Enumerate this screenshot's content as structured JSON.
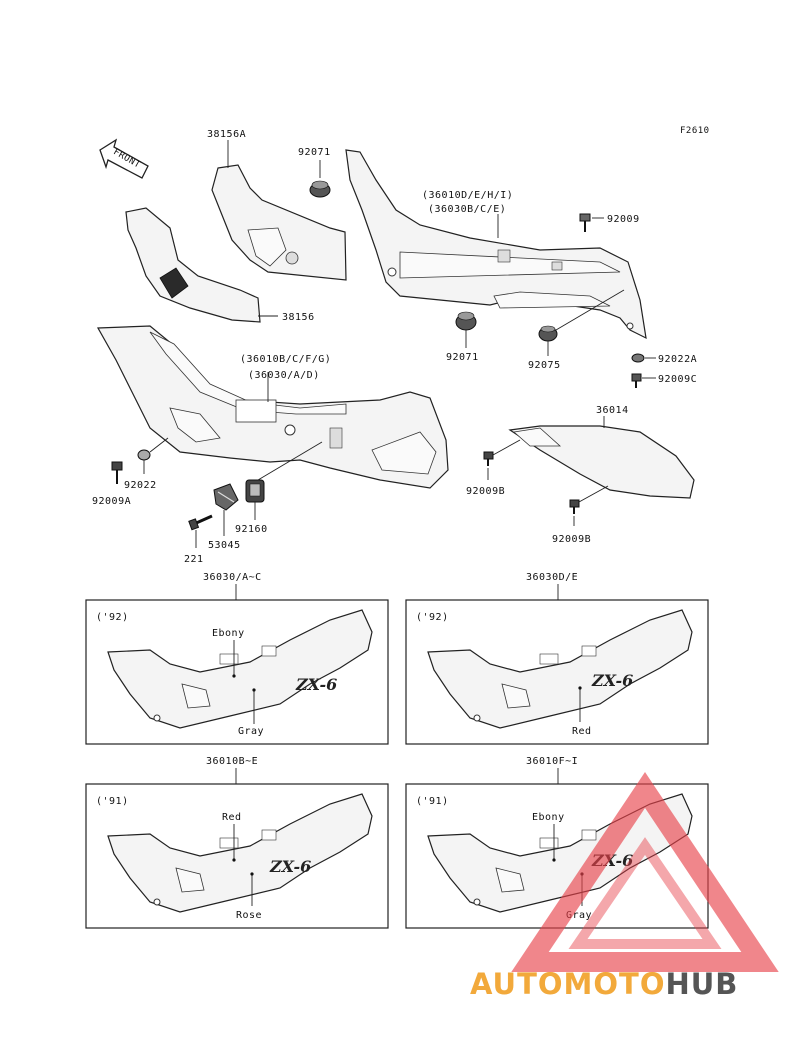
{
  "figure_code": "F2610",
  "front_label": "FRONT",
  "labels": {
    "p38156A": "38156A",
    "p38156": "38156",
    "p92071_top": "92071",
    "p36010D": "(36010D/E/H/I)",
    "p36030B": "(36030B/C/E)",
    "p92009_top": "92009",
    "p92071_bot": "92071",
    "p92075": "92075",
    "p92022A": "92022A",
    "p92009C": "92009C",
    "p36010B_group": "(36010B/C/F/G)",
    "p36030A_group": "(36030/A/D)",
    "p36014": "36014",
    "p92022": "92022",
    "p92009A": "92009A",
    "p92160": "92160",
    "p53045": "53045",
    "p221": "221",
    "p92009B_1": "92009B",
    "p92009B_2": "92009B"
  },
  "panels": [
    {
      "title": "36030/A~C",
      "year": "('92)",
      "top_color": "Ebony",
      "bottom_color": "Gray",
      "badge": "ZX-6"
    },
    {
      "title": "36030D/E",
      "year": "('92)",
      "top_color": "",
      "bottom_color": "Red",
      "badge": "ZX-6"
    },
    {
      "title": "36010B~E",
      "year": "('91)",
      "top_color": "Red",
      "bottom_color": "Rose",
      "badge": "ZX-6"
    },
    {
      "title": "36010F~I",
      "year": "('91)",
      "top_color": "Ebony",
      "bottom_color": "Gray",
      "badge": "ZX-6"
    }
  ],
  "watermark": {
    "part1": "AUTOMOTO",
    "part2": "HUB",
    "color_primary": "#e8424a",
    "color_secondary": "#f2a93b",
    "color_dark": "#555555"
  }
}
